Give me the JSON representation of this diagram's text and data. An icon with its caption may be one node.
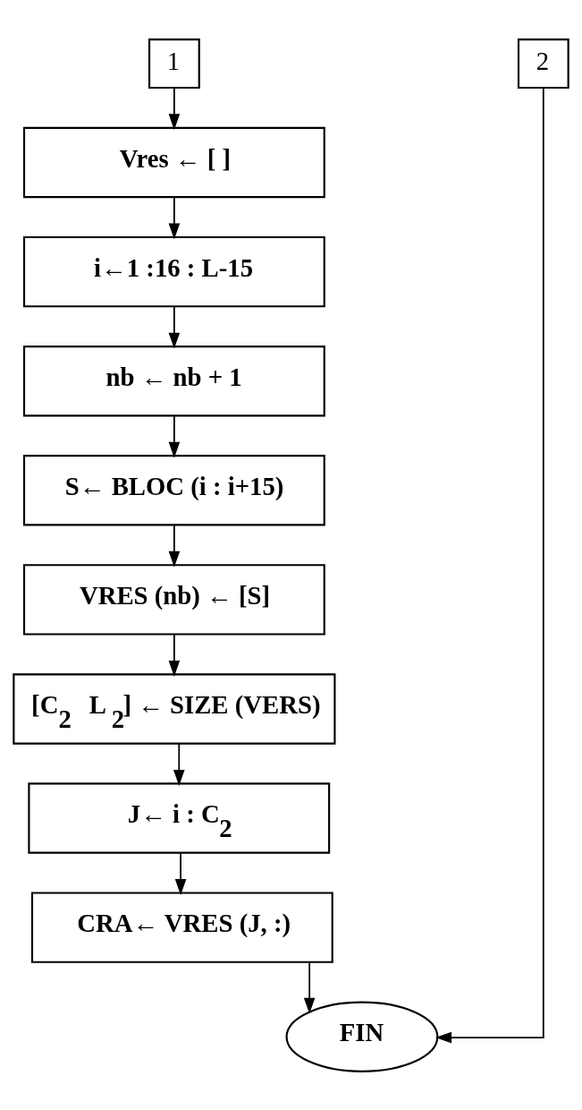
{
  "diagram": {
    "nodes": [
      {
        "text": [
          "1"
        ]
      },
      {
        "text": [
          "2"
        ]
      },
      {
        "text": [
          "Vres ← [ ]"
        ]
      },
      {
        "text": [
          "i←1 :16 : L-15"
        ]
      },
      {
        "text": [
          "nb ← nb + 1"
        ]
      },
      {
        "text": [
          "S← BLOC (i : i+15)"
        ]
      },
      {
        "text": [
          "VRES (nb) ← [S]"
        ]
      },
      {
        "text": [
          "[C$_{2}$    L$_{2}$] ← SIZE (VERS)"
        ]
      },
      {
        "text": [
          "J← i : C$_{2}$"
        ]
      },
      {
        "text": [
          "CRA← VRES (J, :)"
        ]
      },
      {
        "text": [
          "FIN"
        ]
      }
    ],
    "edges": [
      {
        "from": 0,
        "to": 2,
        "arrow": "to"
      },
      {
        "from": 2,
        "to": 3,
        "arrow": "to"
      },
      {
        "from": 3,
        "to": 4,
        "arrow": "to"
      },
      {
        "from": 4,
        "to": 5,
        "arrow": "to"
      },
      {
        "from": 5,
        "to": 6,
        "arrow": "to"
      },
      {
        "from": 6,
        "to": 7,
        "arrow": "to"
      },
      {
        "from": 7,
        "to": 8,
        "arrow": "to"
      },
      {
        "from": 8,
        "to": 9,
        "arrow": "to"
      },
      {
        "from": 9,
        "to": 10,
        "arrow": "to"
      },
      {
        "from": 1,
        "to": 10,
        "arrow": "to"
      }
    ]
  }
}
